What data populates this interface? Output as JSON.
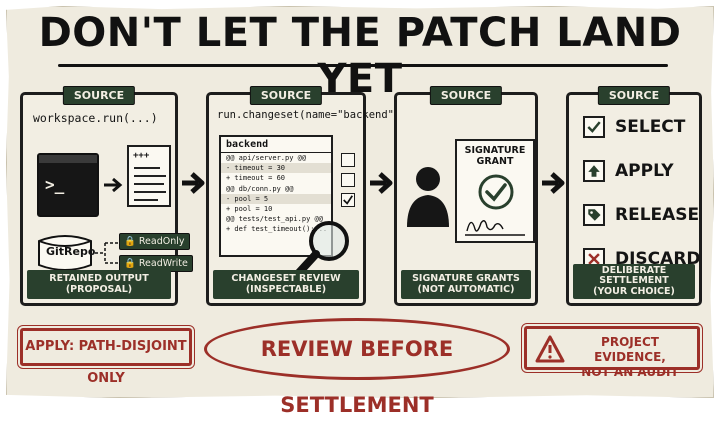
{
  "title": "DON'T LET THE PATCH LAND YET",
  "panels": [
    {
      "tag": "SOURCE",
      "code": "workspace.run(...)",
      "repo_label": "GitRepo",
      "badges": [
        "ReadOnly",
        "ReadWrite"
      ],
      "caption": "RETAINED OUTPUT (PROPOSAL)"
    },
    {
      "tag": "SOURCE",
      "code": "run.changeset(name=\"backend\")",
      "doc_title": "backend",
      "diff_lines": [
        "@@ api/server.py @@",
        "-   timeout = 30",
        "+   timeout = 60",
        "@@ db/conn.py @@",
        "-   pool = 5",
        "+   pool = 10",
        "@@ tests/test_api.py @@",
        "+   def test_timeout():..."
      ],
      "caption": "CHANGESET REVIEW (INSPECTABLE)"
    },
    {
      "tag": "SOURCE",
      "card_title_1": "SIGNATURE",
      "card_title_2": "GRANT",
      "caption": "SIGNATURE GRANTS (NOT AUTOMATIC)"
    },
    {
      "tag": "SOURCE",
      "options": [
        {
          "label": "SELECT",
          "icon": "check-icon"
        },
        {
          "label": "APPLY",
          "icon": "up-arrow-icon"
        },
        {
          "label": "RELEASE",
          "icon": "tag-icon"
        },
        {
          "label": "DISCARD",
          "icon": "x-icon"
        }
      ],
      "caption_1": "DELIBERATE SETTLEMENT",
      "caption_2": "(YOUR CHOICE)"
    }
  ],
  "stamps": {
    "left": "APPLY: PATH-DISJOINT ONLY",
    "center": "REVIEW BEFORE SETTLEMENT",
    "right_1": "PROJECT EVIDENCE,",
    "right_2": "NOT AN AUDIT"
  },
  "colors": {
    "accent_green": "#29402d",
    "stamp_red": "#9c2f28",
    "paper": "#efebdf",
    "ink": "#1d1d1d"
  }
}
